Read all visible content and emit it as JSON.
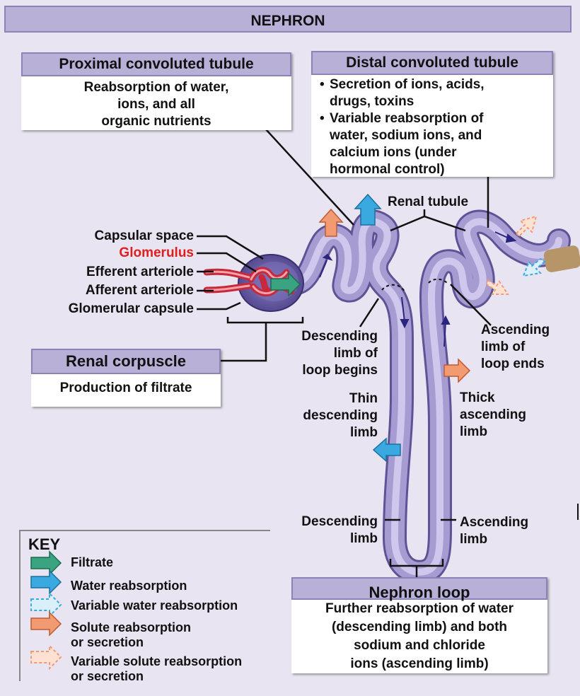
{
  "title": "NEPHRON",
  "pct": {
    "head": "Proximal convoluted tubule",
    "body": [
      "Reabsorption of water,",
      "ions, and all",
      "organic nutrients"
    ]
  },
  "dct": {
    "head": "Distal convoluted tubule",
    "bullet1": [
      "Secretion of ions, acids,",
      "drugs, toxins"
    ],
    "bullet2": [
      "Variable reabsorption of",
      "water, sodium ions, and",
      "calcium ions (under",
      "hormonal control)"
    ]
  },
  "corpuscle": {
    "head": "Renal corpuscle",
    "body": "Production of filtrate"
  },
  "loop": {
    "head": "Nephron loop",
    "body": [
      "Further reabsorption of water",
      "(descending limb) and both",
      "sodium and chloride",
      "ions (ascending limb)"
    ]
  },
  "labels": {
    "capsular_space": "Capsular space",
    "glomerulus": "Glomerulus",
    "efferent": "Efferent arteriole",
    "afferent": "Afferent arteriole",
    "glomerular_capsule": "Glomerular capsule",
    "renal_tubule": "Renal tubule",
    "desc_begins": [
      "Descending",
      "limb of",
      "loop begins"
    ],
    "asc_ends": [
      "Ascending",
      "limb of",
      "loop ends"
    ],
    "thin_desc": [
      "Thin",
      "descending",
      "limb"
    ],
    "thick_asc": [
      "Thick",
      "ascending",
      "limb"
    ],
    "desc_limb": [
      "Descending",
      "limb"
    ],
    "asc_limb": [
      "Ascending",
      "limb"
    ]
  },
  "key": {
    "title": "KEY",
    "items": [
      {
        "label": "Filtrate",
        "icon": "filtrate-arrow-icon",
        "color": "#3aa37f"
      },
      {
        "label": "Water reabsorption",
        "icon": "water-arrow-icon",
        "color": "#3aa9e0"
      },
      {
        "label": "Variable water reabsorption",
        "icon": "variable-water-arrow-icon",
        "color": "#3aa9e0"
      },
      {
        "label": "Solute reabsorption\nor secretion",
        "icon": "solute-arrow-icon",
        "color": "#f29a72"
      },
      {
        "label": "Variable solute reabsorption\nor secretion",
        "icon": "variable-solute-arrow-icon",
        "color": "#f29a72"
      }
    ]
  },
  "colors": {
    "tubule": "#a79cd2",
    "tubule_dark": "#6e62a8",
    "title_fill": "#b9b0d8",
    "background": "#e9e4f1",
    "glomerulus_label": "#e01e1e"
  }
}
